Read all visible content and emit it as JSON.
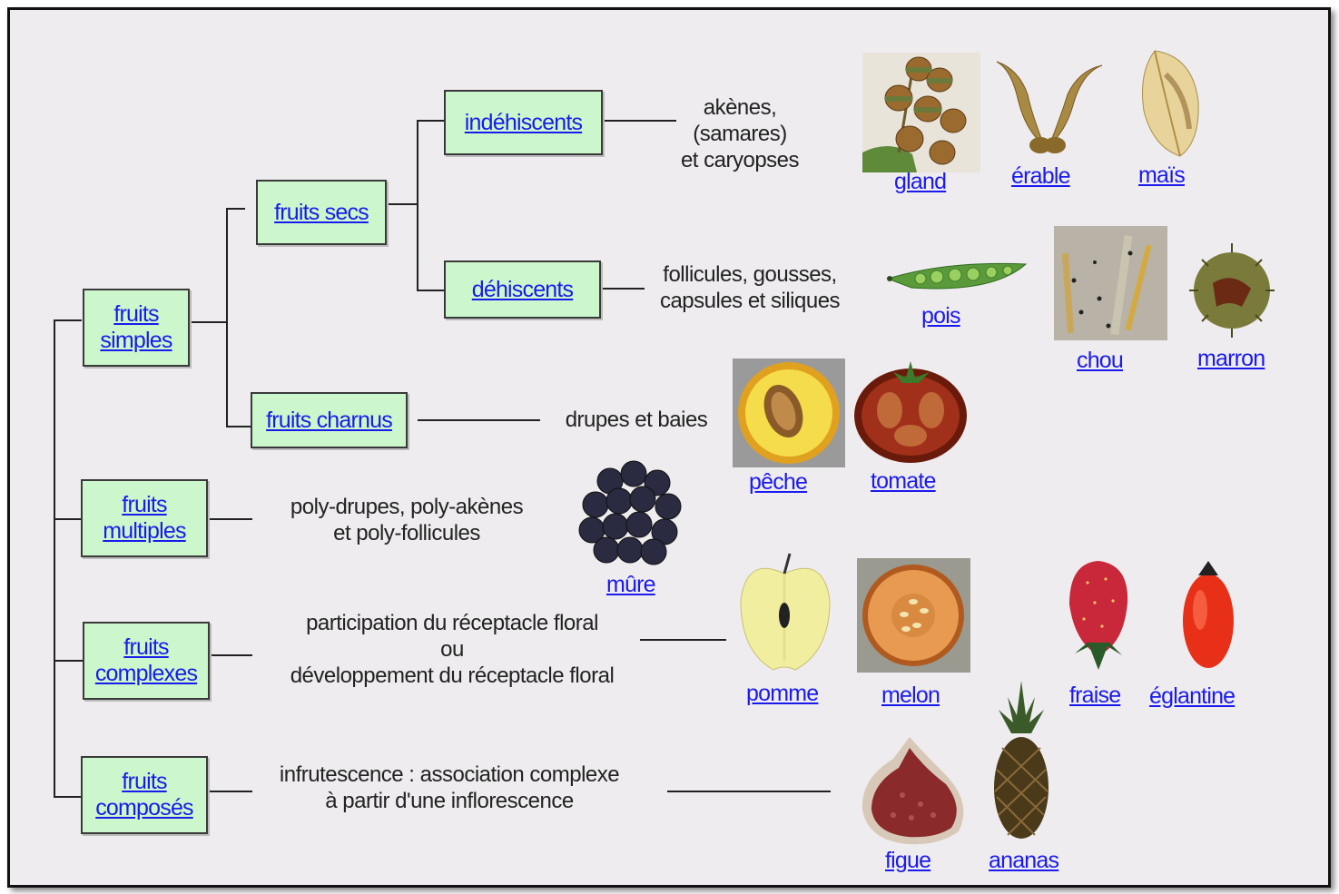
{
  "categories": {
    "simples": "fruits\nsimples",
    "secs": "fruits secs",
    "indehiscents": "indéhiscents",
    "dehiscents": "déhiscents",
    "charnus": "fruits charnus",
    "multiples": "fruits\nmultiples",
    "complexes": "fruits\ncomplexes",
    "composes": "fruits\ncomposés"
  },
  "descriptions": {
    "indehiscents": "akènes,\n(samares)\net caryopses",
    "dehiscents": "follicules, gousses,\ncapsules et siliques",
    "charnus": "drupes et baies",
    "multiples": "poly-drupes, poly-akènes\net poly-follicules",
    "complexes": "participation du réceptacle floral\nou\ndéveloppement du réceptacle floral",
    "composes": "infrutescence : association complexe\nà partir d'une inflorescence"
  },
  "examples": {
    "gland": "gland",
    "erable": "érable",
    "mais": "maïs",
    "pois": "pois",
    "chou": "chou",
    "marron": "marron",
    "peche": "pêche",
    "tomate": "tomate",
    "mure": "mûre",
    "pomme": "pomme",
    "melon": "melon",
    "fraise": "fraise",
    "eglantine": "églantine",
    "figue": "figue",
    "ananas": "ananas"
  },
  "icons": [
    "acorn-icon",
    "maple-samara-icon",
    "corn-icon",
    "pea-pod-icon",
    "cabbage-silique-icon",
    "chestnut-icon",
    "peach-icon",
    "tomato-icon",
    "blackberry-icon",
    "apple-icon",
    "melon-icon",
    "strawberry-icon",
    "rosehip-icon",
    "fig-icon",
    "pineapple-icon"
  ]
}
